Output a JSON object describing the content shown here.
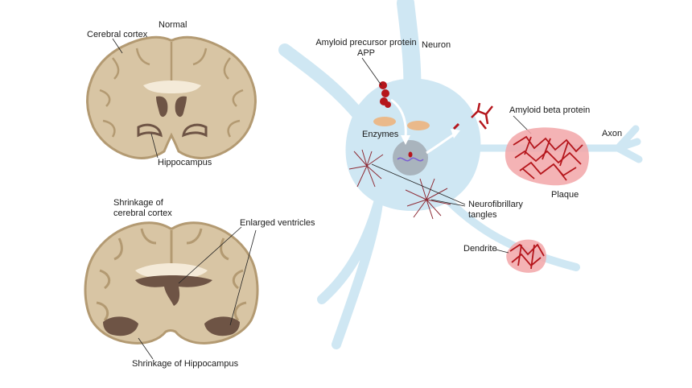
{
  "colors": {
    "brain_tissue": "#d8c5a4",
    "brain_outline": "#b39a72",
    "ventricle": "#6e5445",
    "neuron": "#cfe7f3",
    "nucleus": "#a9b4bd",
    "enzyme": "#eab98a",
    "amyloid": "#b5161c",
    "plaque": "#f2a6a8",
    "tangle": "#8e2c36"
  },
  "normal_brain": {
    "title": "Normal",
    "cortex_label": "Cerebral cortex",
    "hippocampus_label": "Hippocampus"
  },
  "diseased_brain": {
    "cortex_label_line1": "Shrinkage of",
    "cortex_label_line2": "cerebral cortex",
    "ventricles_label": "Enlarged ventricles",
    "hippocampus_label": "Shrinkage of Hippocampus"
  },
  "neuron": {
    "app_label_line1": "Amyloid precursor protein",
    "app_label_line2": "APP",
    "neuron_label": "Neuron",
    "enzymes_label": "Enzymes",
    "amyloid_label": "Amyloid beta protein",
    "axon_label": "Axon",
    "plaque_label": "Plaque",
    "tangles_label_line1": "Neurofibrillary",
    "tangles_label_line2": "tangles",
    "dendrite_label": "Dendrite"
  }
}
